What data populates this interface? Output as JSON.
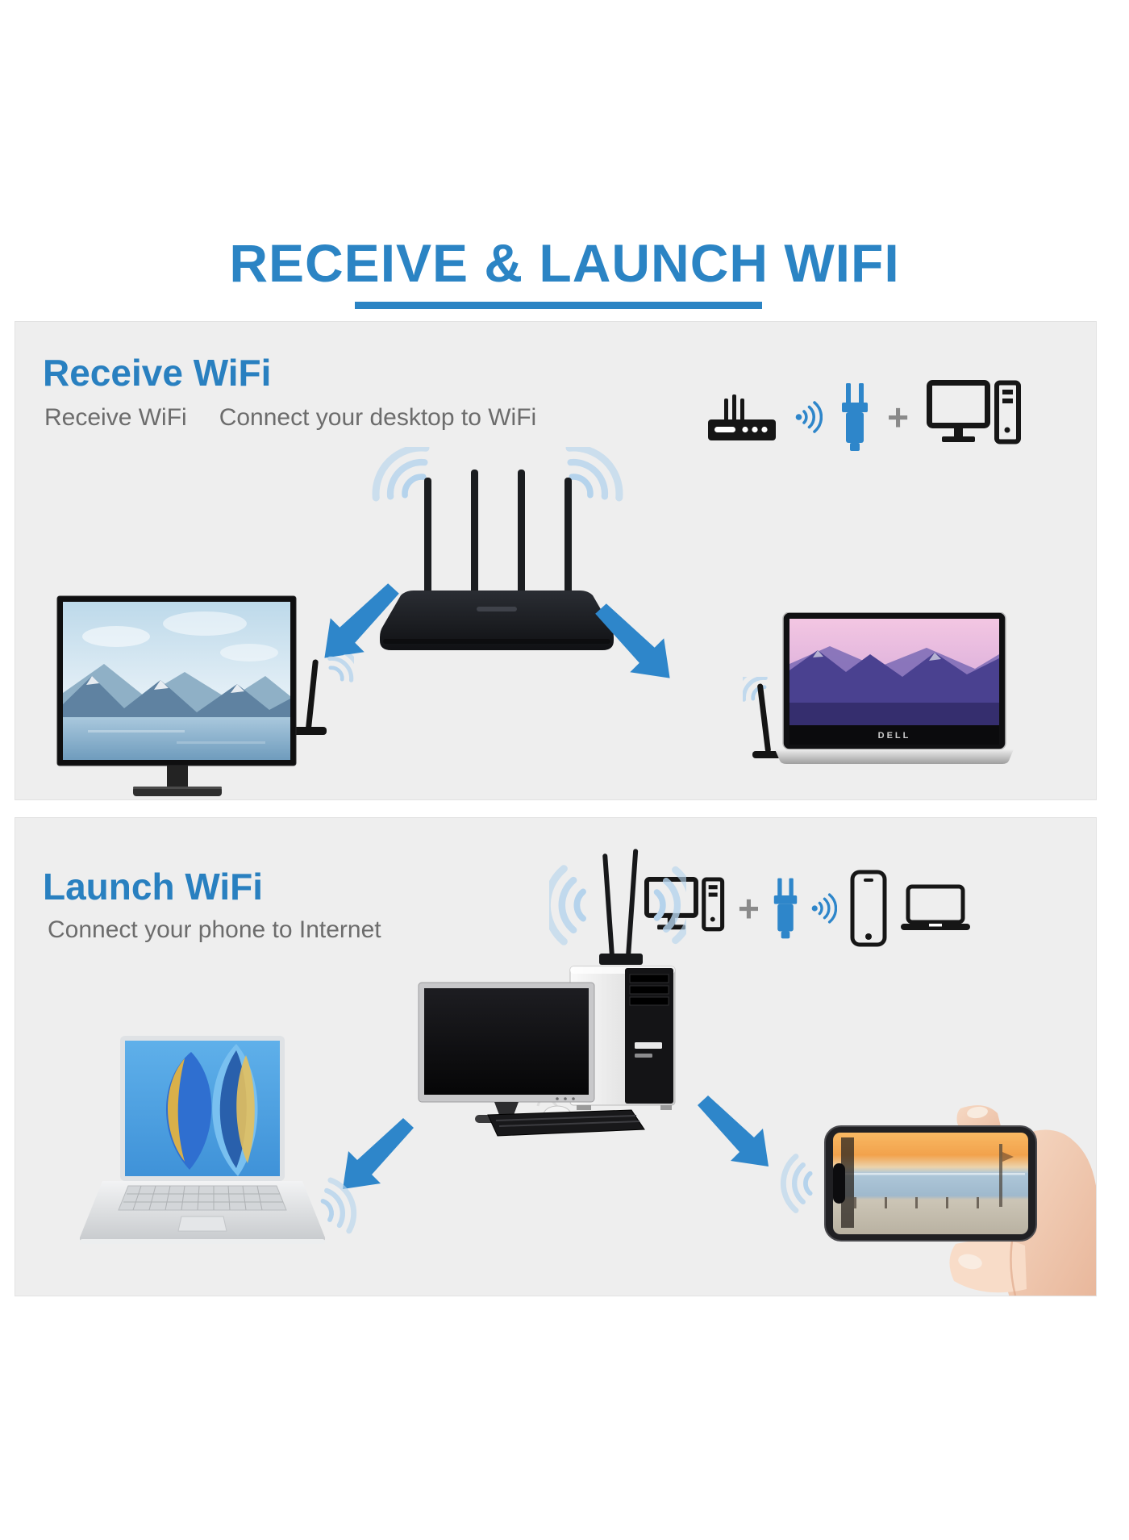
{
  "title": {
    "text": "RECEIVE & LAUNCH WIFI"
  },
  "sections": {
    "receive": {
      "heading": "Receive WiFi",
      "subtitle_a": "Receive WiFi",
      "subtitle_b": "Connect your desktop to WiFi",
      "plus": "+",
      "formula_icons": [
        "router-icon",
        "wifi-signal-icon",
        "usb-wifi-adapter-icon",
        "plus-sign",
        "desktop-pc-icon"
      ],
      "diagram": "router broadcasts wifi to monitor with usb adapter and laptop with usb adapter"
    },
    "launch": {
      "heading": "Launch WiFi",
      "subtitle": "Connect your phone to Internet",
      "plus": "+",
      "formula_icons": [
        "antenna-signal-icon",
        "desktop-pc-icon",
        "plus-sign",
        "usb-wifi-adapter-icon",
        "wifi-signal-icon",
        "phone-icon",
        "laptop-icon"
      ],
      "diagram": "desktop pc with antenna adapter broadcasts wifi to laptop and hand-held phone"
    }
  },
  "labels": {
    "laptop_brand": "DELL"
  },
  "colors": {
    "accent_blue": "#2b84c4",
    "heading_blue": "#2980c0",
    "arrow_blue": "#2e86ca",
    "adapter_blue": "#2e86ca",
    "panel_background": "#eeeeee",
    "subtitle_gray": "#6c6c6c",
    "device_black": "#161616",
    "wifi_arc_blue": "#b5d3ec"
  }
}
